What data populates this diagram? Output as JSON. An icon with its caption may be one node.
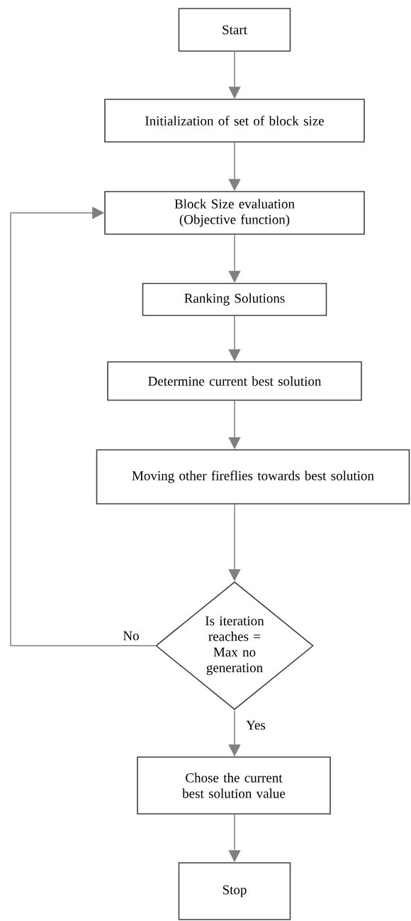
{
  "diagram": {
    "nodes": [
      {
        "text": [
          "Start"
        ]
      },
      {
        "text": [
          "Initialization of set of block size"
        ]
      },
      {
        "text": [
          "Block Size evaluation (Objective function)"
        ]
      },
      {
        "text": [
          "Ranking Solutions"
        ]
      },
      {
        "text": [
          "Determine current best solution"
        ]
      },
      {
        "text": [
          "Moving other fireflies towards best solution"
        ]
      },
      {
        "text": [
          "Is iteration reaches = Max no generation"
        ]
      },
      {
        "text": [
          "Chose the current best solution value"
        ]
      },
      {
        "text": [
          "Stop"
        ]
      }
    ],
    "edges": [
      {
        "from": 0,
        "to": 1,
        "arrow": "to"
      },
      {
        "from": 1,
        "to": 2,
        "arrow": "to"
      },
      {
        "from": 2,
        "to": 3,
        "arrow": "to"
      },
      {
        "from": 3,
        "to": 4,
        "arrow": "to"
      },
      {
        "from": 4,
        "to": 5,
        "arrow": "to"
      },
      {
        "from": 5,
        "to": 6,
        "arrow": "to"
      },
      {
        "from": 6,
        "to": 2,
        "arrow": "to",
        "label": "No"
      },
      {
        "from": 6,
        "to": 7,
        "arrow": "to",
        "label": "Yes"
      },
      {
        "from": 7,
        "to": 8,
        "arrow": "to"
      }
    ]
  }
}
